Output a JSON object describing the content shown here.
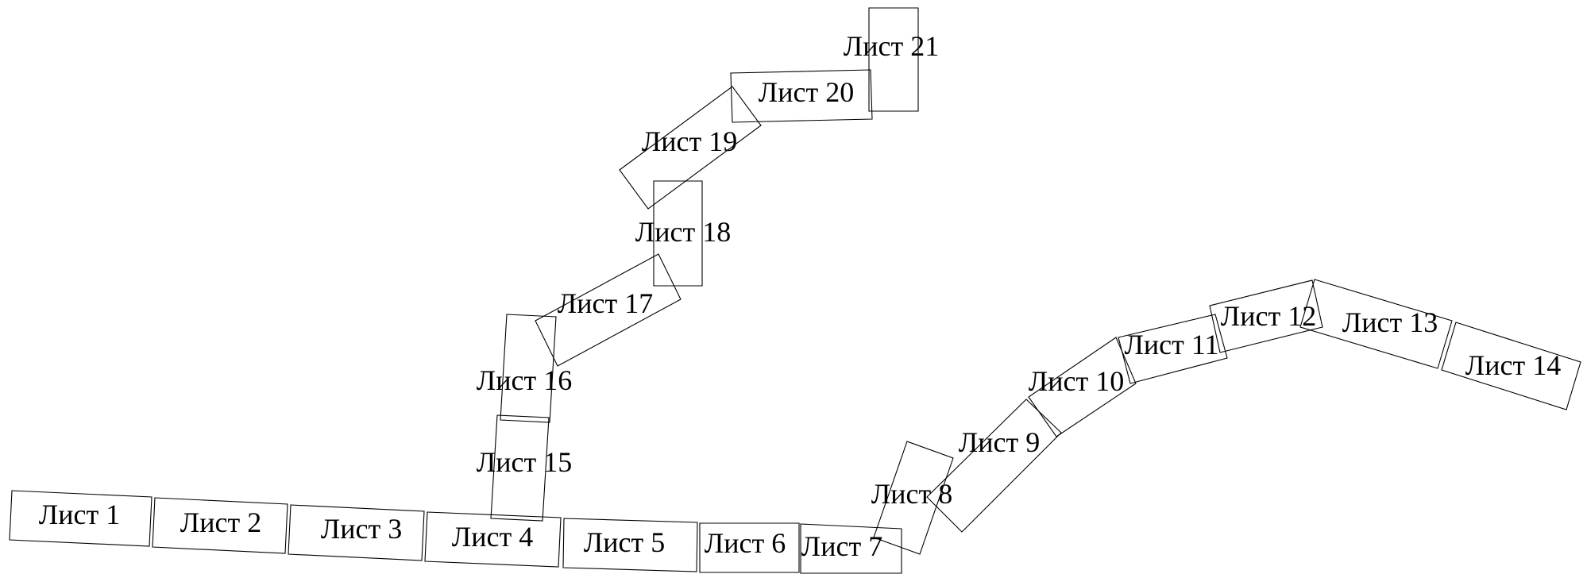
{
  "sheets": [
    {
      "id": 1,
      "label": "Лист 1"
    },
    {
      "id": 2,
      "label": "Лист 2"
    },
    {
      "id": 3,
      "label": "Лист 3"
    },
    {
      "id": 4,
      "label": "Лист 4"
    },
    {
      "id": 5,
      "label": "Лист 5"
    },
    {
      "id": 6,
      "label": "Лист 6"
    },
    {
      "id": 7,
      "label": "Лист 7"
    },
    {
      "id": 8,
      "label": "Лист 8"
    },
    {
      "id": 9,
      "label": "Лист 9"
    },
    {
      "id": 10,
      "label": "Лист 10"
    },
    {
      "id": 11,
      "label": "Лист 11"
    },
    {
      "id": 12,
      "label": "Лист 12"
    },
    {
      "id": 13,
      "label": "Лист 13"
    },
    {
      "id": 14,
      "label": "Лист 14"
    },
    {
      "id": 15,
      "label": "Лист 15"
    },
    {
      "id": 16,
      "label": "Лист 16"
    },
    {
      "id": 17,
      "label": "Лист 17"
    },
    {
      "id": 18,
      "label": "Лист 18"
    },
    {
      "id": 19,
      "label": "Лист 19"
    },
    {
      "id": 20,
      "label": "Лист 20"
    },
    {
      "id": 21,
      "label": "Лист 21"
    }
  ],
  "colors": {
    "stroke": "#000000",
    "text": "#000000",
    "background": "#ffffff"
  }
}
